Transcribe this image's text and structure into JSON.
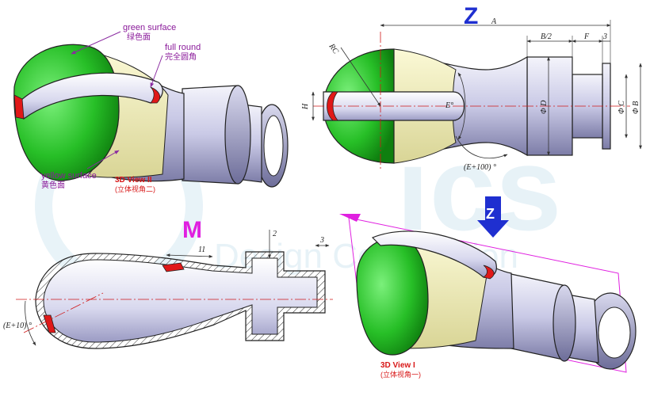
{
  "watermark": {
    "big": "ics",
    "sub": "Design Competition"
  },
  "view2": {
    "green_en": "green surface",
    "green_cn": "绿色面",
    "round_en": "full round",
    "round_cn": "完全圆角",
    "yellow_en": "yellow surface",
    "yellow_cn": "黄色面",
    "title": "3D View II",
    "subtitle": "(立体视角二)"
  },
  "view1": {
    "title": "3D View I",
    "subtitle": "(立体视角一)"
  },
  "section": {
    "letter": "M",
    "dim_11": "11",
    "dim_2": "2",
    "dim_3": "3",
    "angle": "(E+10) °"
  },
  "top_view": {
    "letter": "Z",
    "A": "A",
    "B2": "B/2",
    "F": "F",
    "three": "3",
    "RC": "RC",
    "H": "H",
    "E": "E°",
    "D": "Φ D",
    "C": "Φ C",
    "B": "Φ B",
    "angle": "(E+100) °"
  },
  "arrow_letter": "Z",
  "colors": {
    "green": "#2fc42f",
    "yellow": "#f3f0b4",
    "red": "#e01818",
    "blue": "#1f2fd0",
    "magenta": "#e020e0"
  }
}
